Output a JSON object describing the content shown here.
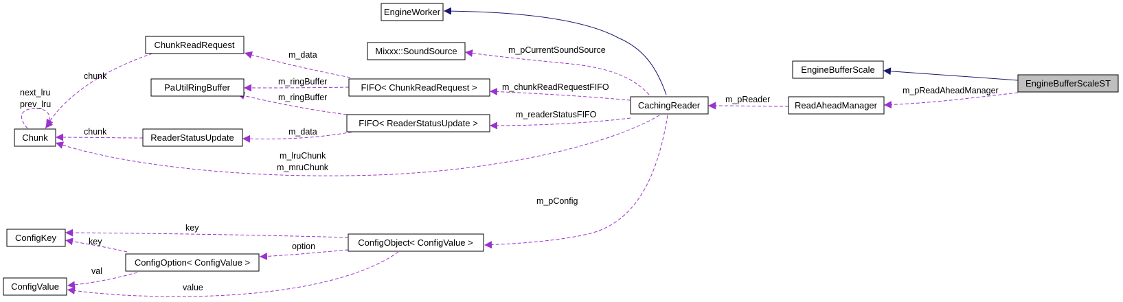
{
  "colors": {
    "member_edge": "#9a32cd",
    "inherit_edge": "#191970",
    "highlight_fill": "#bfbfbf"
  },
  "nodes": {
    "engine_worker": "EngineWorker",
    "chunk_read_request": "ChunkReadRequest",
    "mixxx_sound_source": "Mixxx::SoundSource",
    "pa_util_ring_buffer": "PaUtilRingBuffer",
    "fifo_chunk_read_request": "FIFO< ChunkReadRequest >",
    "fifo_reader_status_update": "FIFO< ReaderStatusUpdate >",
    "chunk": "Chunk",
    "reader_status_update": "ReaderStatusUpdate",
    "caching_reader": "CachingReader",
    "read_ahead_manager": "ReadAheadManager",
    "engine_buffer_scale": "EngineBufferScale",
    "engine_buffer_scale_st": "EngineBufferScaleST",
    "config_key": "ConfigKey",
    "config_object": "ConfigObject< ConfigValue >",
    "config_option": "ConfigOption< ConfigValue >",
    "config_value": "ConfigValue"
  },
  "edge_labels": {
    "chunk_from_request": "chunk",
    "next_lru": "next_lru",
    "prev_lru": "prev_lru",
    "m_data_request": "m_data",
    "m_ring_buffer_1": "m_ringBuffer",
    "m_ring_buffer_2": "m_ringBuffer",
    "chunk_from_status": "chunk",
    "m_data_status": "m_data",
    "m_lru_chunk": "m_lruChunk",
    "m_mru_chunk": "m_mruChunk",
    "m_p_current_sound_source": "m_pCurrentSoundSource",
    "m_chunk_read_request_fifo": "m_chunkReadRequestFIFO",
    "m_reader_status_fifo": "m_readerStatusFIFO",
    "m_p_reader": "m_pReader",
    "m_p_read_ahead_manager": "m_pReadAheadManager",
    "m_p_config": "m_pConfig",
    "key_object": "key",
    "key_option": "key",
    "option": "option",
    "val": "val",
    "value": "value"
  }
}
